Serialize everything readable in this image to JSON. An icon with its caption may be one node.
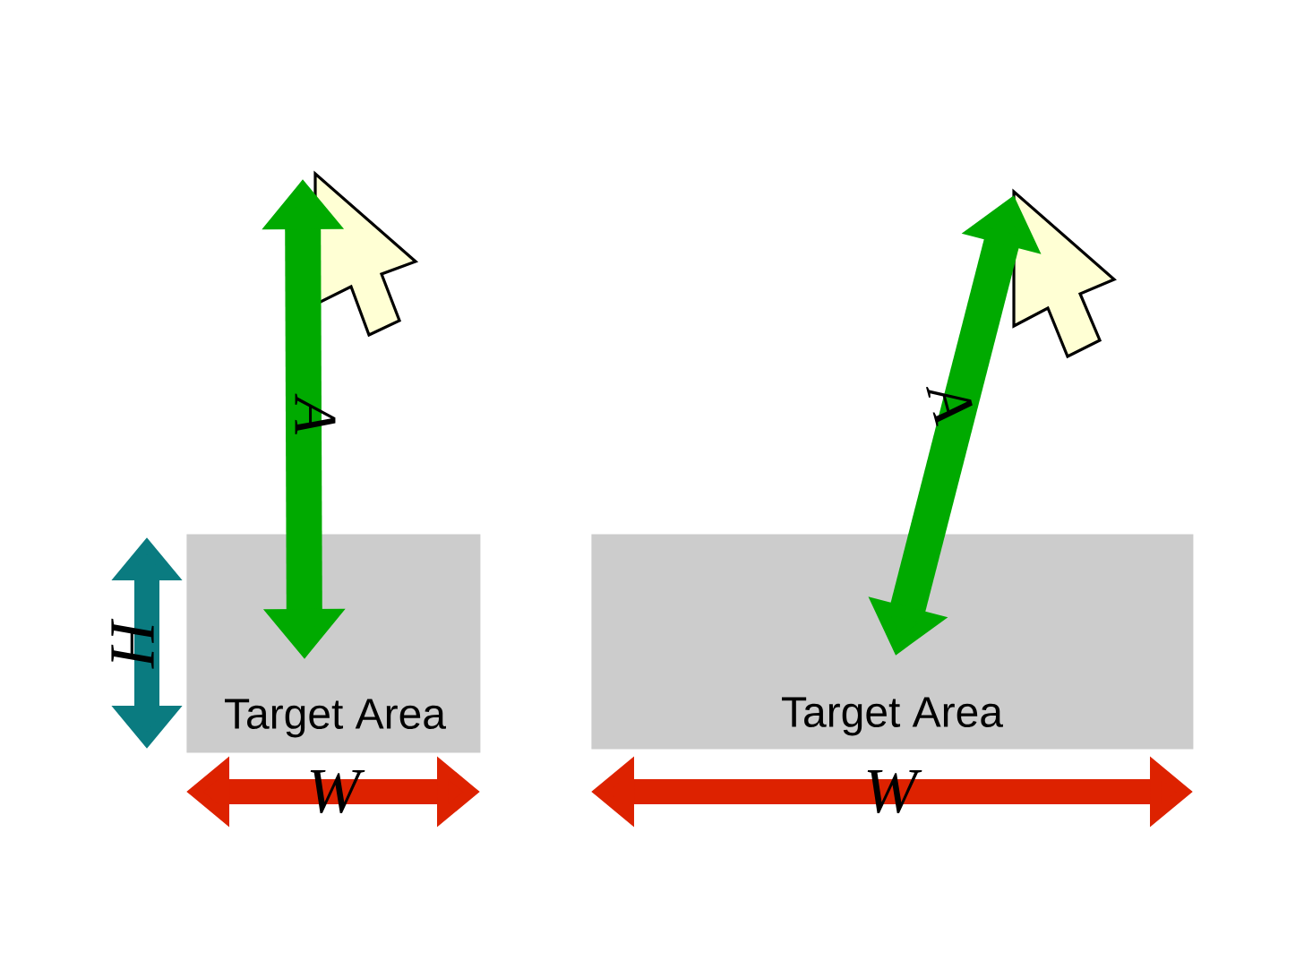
{
  "diagram": {
    "nodes": [
      {
        "text": [],
        "shape": "cursor"
      },
      {
        "text": [],
        "shape": "cursor"
      },
      {
        "text": [
          "Target Area"
        ],
        "beside": [
          "H",
          "W"
        ]
      },
      {
        "text": [
          "Target Area"
        ],
        "beside": [
          "W"
        ]
      }
    ],
    "edges": [
      {
        "from": 0,
        "to": 2,
        "arrow": "both",
        "label": "A"
      },
      {
        "from": 1,
        "to": 3,
        "arrow": "both",
        "label": "A"
      }
    ]
  }
}
